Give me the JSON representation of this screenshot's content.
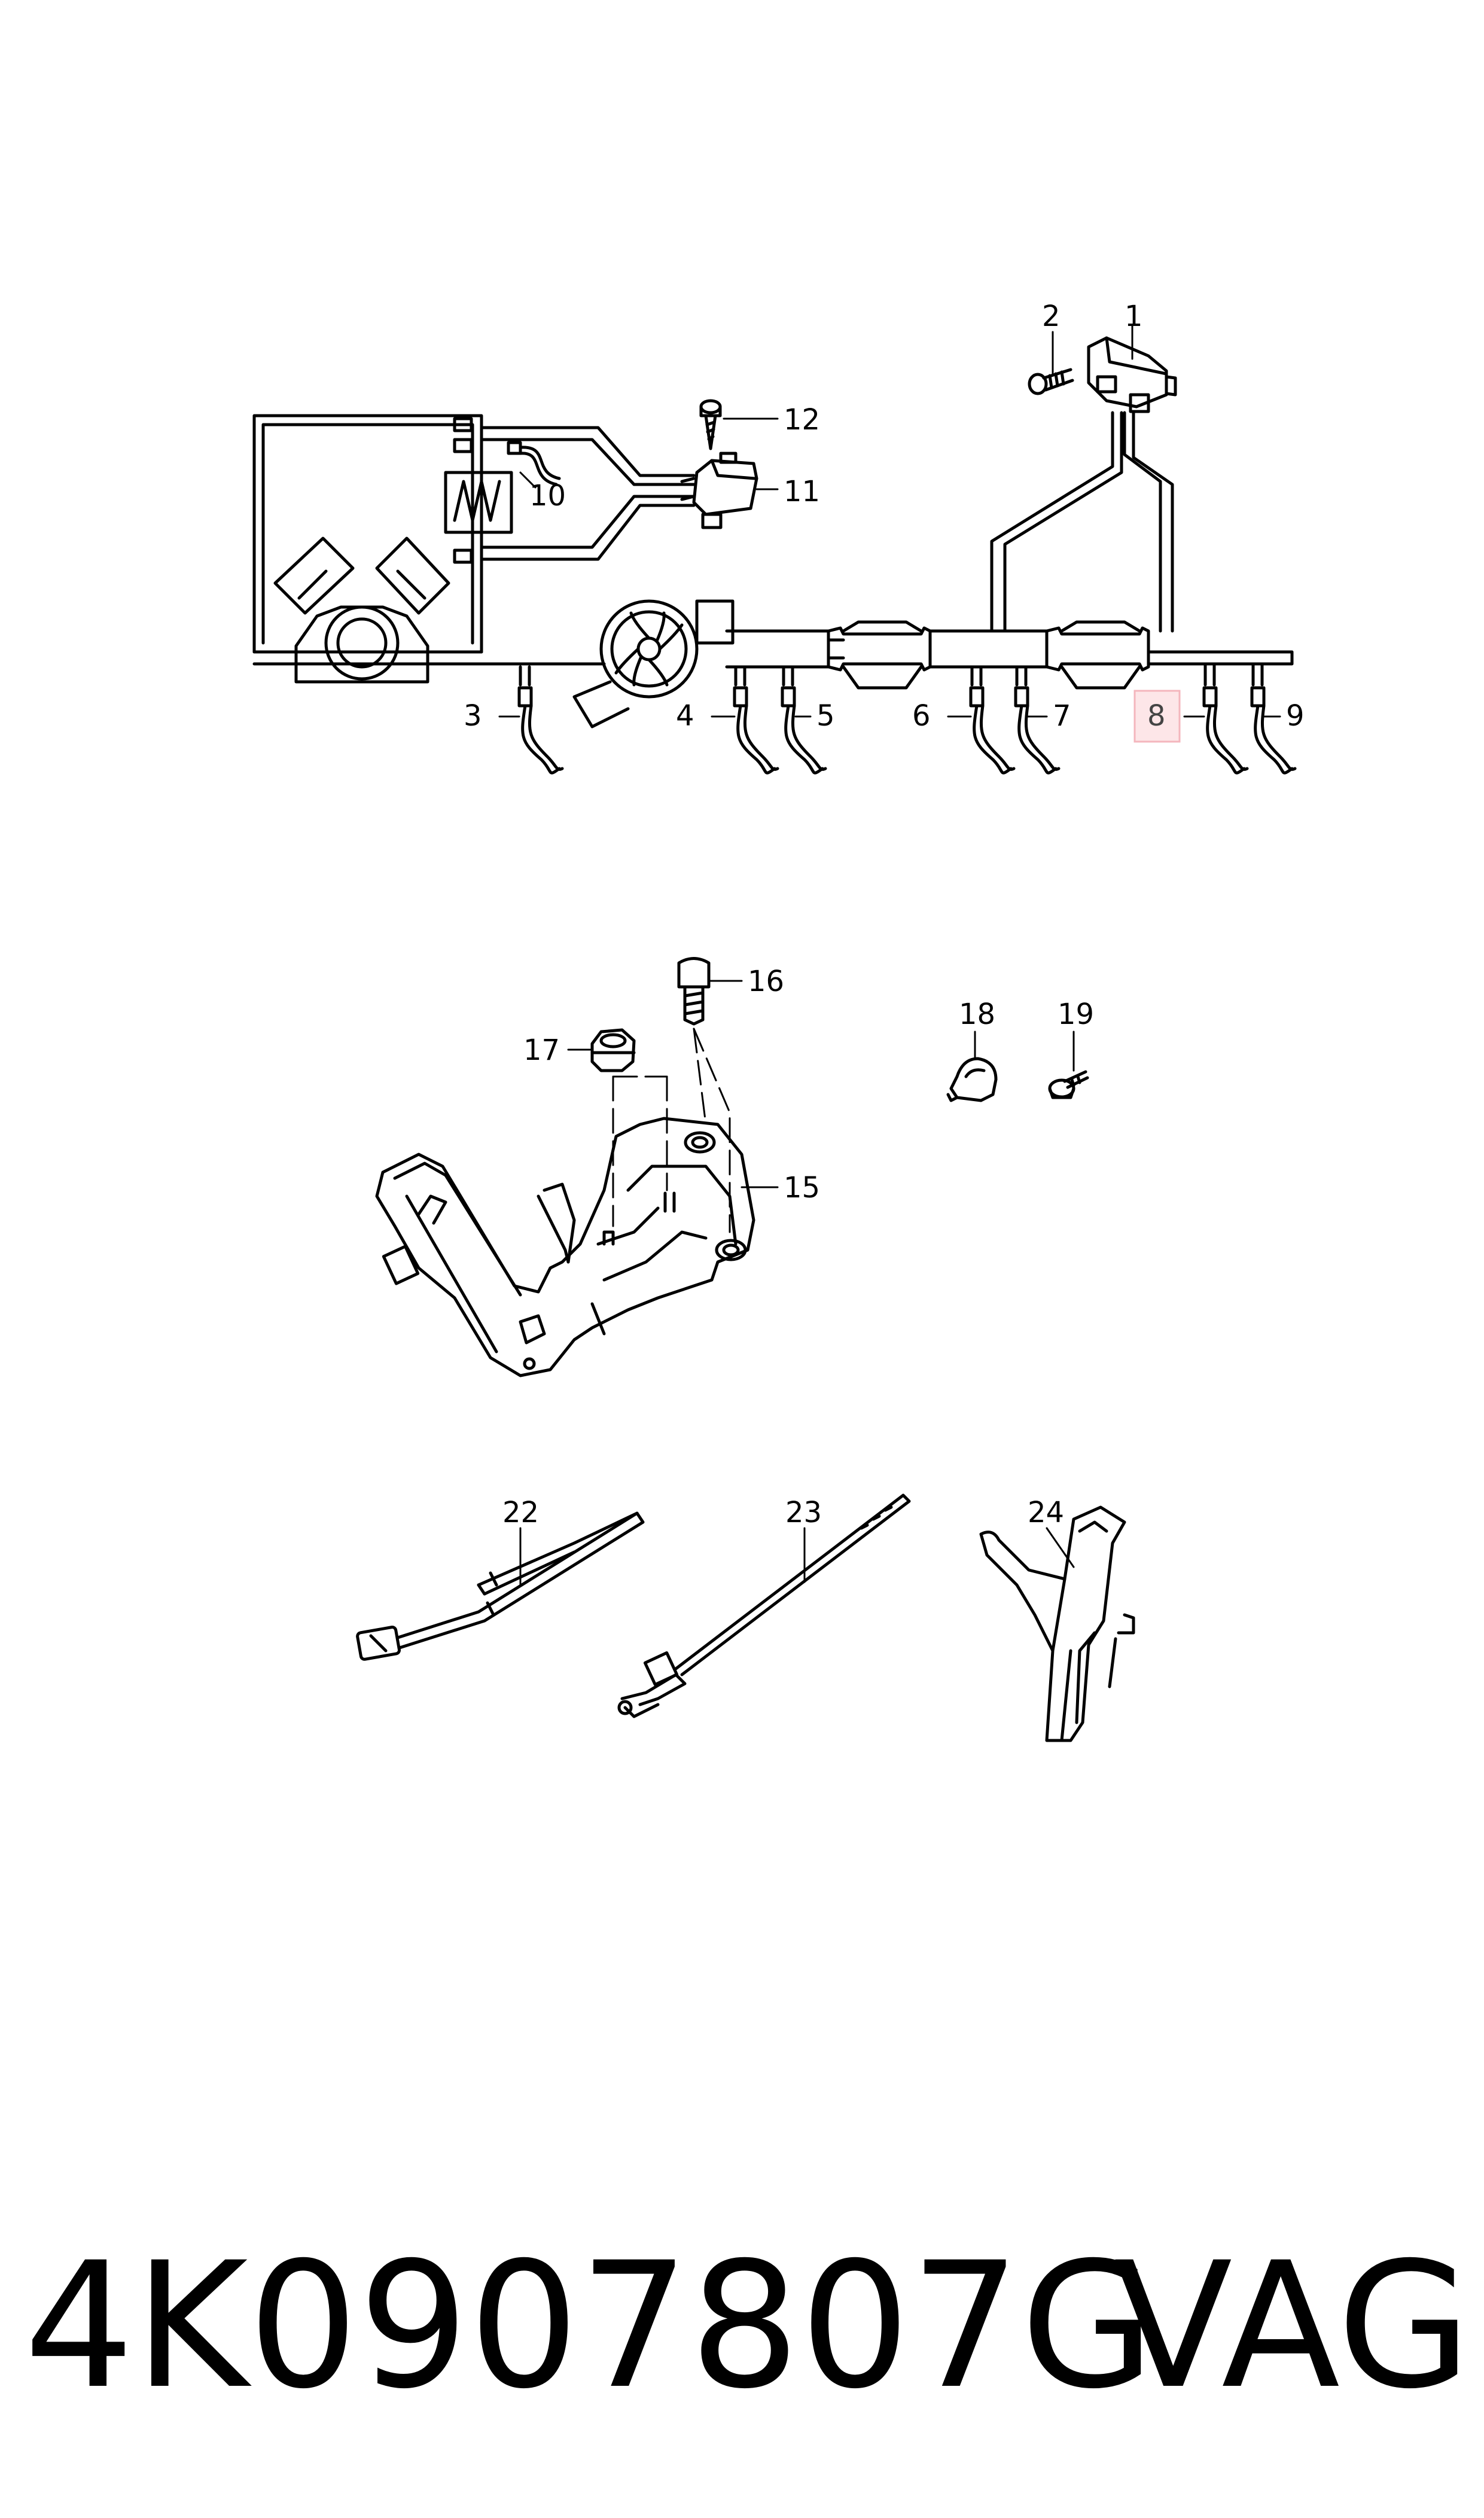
{
  "diagram": {
    "callouts": [
      {
        "id": "1",
        "label": "1"
      },
      {
        "id": "2",
        "label": "2"
      },
      {
        "id": "3",
        "label": "3"
      },
      {
        "id": "4",
        "label": "4"
      },
      {
        "id": "5",
        "label": "5"
      },
      {
        "id": "6",
        "label": "6"
      },
      {
        "id": "7",
        "label": "7"
      },
      {
        "id": "8",
        "label": "8",
        "highlighted": true
      },
      {
        "id": "9",
        "label": "9"
      },
      {
        "id": "10",
        "label": "10"
      },
      {
        "id": "11",
        "label": "11"
      },
      {
        "id": "12",
        "label": "12"
      },
      {
        "id": "15",
        "label": "15"
      },
      {
        "id": "16",
        "label": "16"
      },
      {
        "id": "17",
        "label": "17"
      },
      {
        "id": "18",
        "label": "18"
      },
      {
        "id": "19",
        "label": "19"
      },
      {
        "id": "22",
        "label": "22"
      },
      {
        "id": "23",
        "label": "23"
      },
      {
        "id": "24",
        "label": "24"
      }
    ],
    "highlight_color": "#f4b6bd",
    "highlight_fill": "#fde6e8"
  },
  "footer": {
    "part_number": "4K0907807G",
    "brand": "VAG"
  }
}
